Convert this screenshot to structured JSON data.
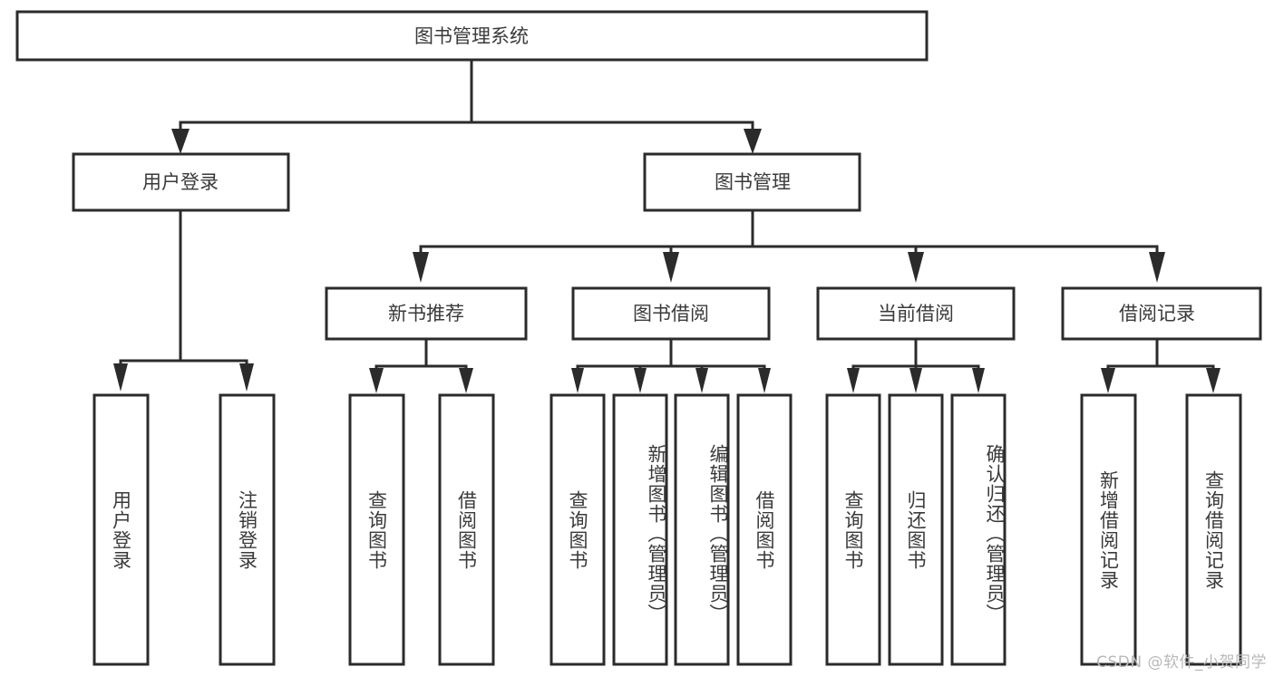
{
  "diagram": {
    "title": "图书管理系统",
    "type": "tree-hierarchy-chart",
    "orientation": "top-down",
    "colors": {
      "box_fill": "#ffffff",
      "box_stroke": "#2b2b2b",
      "text": "#3a3a3a",
      "connector": "#2b2b2b",
      "background": "#ffffff",
      "watermark": "#b9b9b9"
    }
  },
  "root": {
    "label": "图书管理系统"
  },
  "level2": [
    {
      "label": "用户登录"
    },
    {
      "label": "图书管理"
    }
  ],
  "level3": [
    {
      "label": "新书推荐"
    },
    {
      "label": "图书借阅"
    },
    {
      "label": "当前借阅"
    },
    {
      "label": "借阅记录"
    }
  ],
  "leaves": {
    "user_login": [
      {
        "label": "用户登录"
      },
      {
        "label": "注销登录"
      }
    ],
    "new_book_recommend": [
      {
        "label": "查询图书"
      },
      {
        "label": "借阅图书"
      }
    ],
    "book_borrow": [
      {
        "label": "查询图书"
      },
      {
        "label": "新增图书（管理员）"
      },
      {
        "label": "编辑图书（管理员）"
      },
      {
        "label": "借阅图书"
      }
    ],
    "current_borrow": [
      {
        "label": "查询图书"
      },
      {
        "label": "归还图书"
      },
      {
        "label": "确认归还（管理员）"
      }
    ],
    "borrow_records": [
      {
        "label": "新增借阅记录"
      },
      {
        "label": "查询借阅记录"
      }
    ]
  },
  "watermark": {
    "text": "CSDN @软件_小贺同学"
  }
}
